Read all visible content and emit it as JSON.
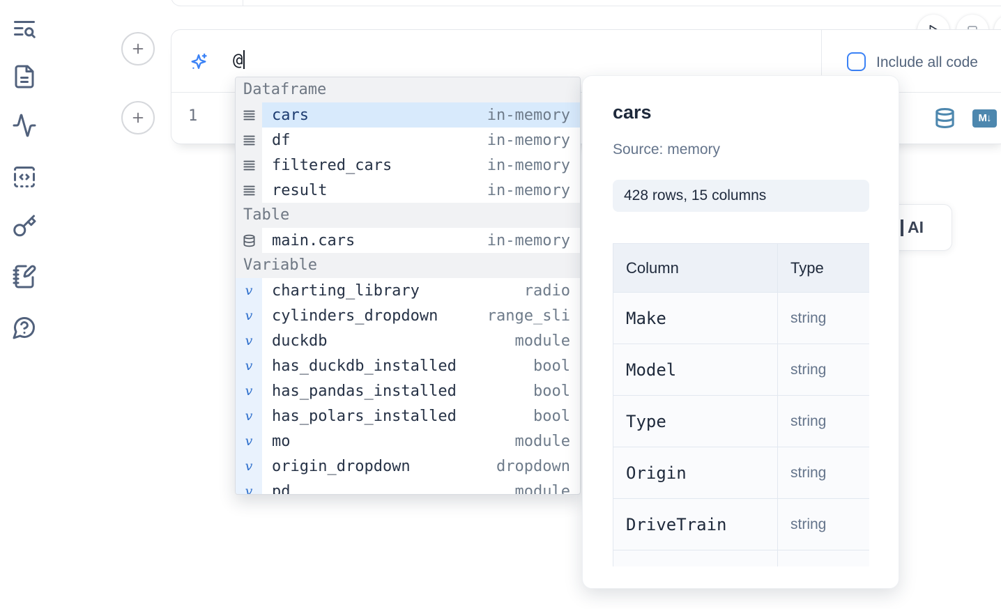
{
  "colors": {
    "accent_blue": "#3b82f6",
    "steel_blue_icon": "#4d87ae",
    "selected_row_bg": "#d8eafc",
    "sidebar_icon": "#51617c",
    "muted_text": "#6e7b8a"
  },
  "sidebar": {
    "items": [
      {
        "icon": "table-of-contents-search-icon"
      },
      {
        "icon": "file-text-icon"
      },
      {
        "icon": "activity-icon"
      },
      {
        "icon": "code-snippets-icon"
      },
      {
        "icon": "key-icon"
      },
      {
        "icon": "scratchpad-icon"
      },
      {
        "icon": "help-chat-icon"
      }
    ]
  },
  "run_controls": {
    "buttons": [
      {
        "icon": "play-icon"
      },
      {
        "icon": "stop-icon"
      },
      {
        "icon": "clipped-circle-button"
      }
    ]
  },
  "ai_cell": {
    "prompt_value": "@",
    "include_all_code_label": "Include all code",
    "line_number": "1"
  },
  "autocomplete": {
    "sections": [
      {
        "label": "Dataframe",
        "icon": "dataframe",
        "items": [
          {
            "name": "cars",
            "type": "in-memory",
            "selected": true
          },
          {
            "name": "df",
            "type": "in-memory"
          },
          {
            "name": "filtered_cars",
            "type": "in-memory"
          },
          {
            "name": "result",
            "type": "in-memory"
          }
        ]
      },
      {
        "label": "Table",
        "icon": "table",
        "items": [
          {
            "name": "main.cars",
            "type": "in-memory"
          }
        ]
      },
      {
        "label": "Variable",
        "icon": "variable",
        "items": [
          {
            "name": "charting_library",
            "type": "radio"
          },
          {
            "name": "cylinders_dropdown",
            "type": "range_sli"
          },
          {
            "name": "duckdb",
            "type": "module"
          },
          {
            "name": "has_duckdb_installed",
            "type": "bool"
          },
          {
            "name": "has_pandas_installed",
            "type": "bool"
          },
          {
            "name": "has_polars_installed",
            "type": "bool"
          },
          {
            "name": "mo",
            "type": "module"
          },
          {
            "name": "origin_dropdown",
            "type": "dropdown"
          },
          {
            "name": "pd",
            "type": "module"
          }
        ]
      }
    ]
  },
  "ai_button": {
    "visible_label": "AI"
  },
  "preview_panel": {
    "title": "cars",
    "source": "Source: memory",
    "shape_badge": "428 rows, 15 columns",
    "table": {
      "headers": [
        "Column",
        "Type"
      ],
      "rows": [
        [
          "Make",
          "string"
        ],
        [
          "Model",
          "string"
        ],
        [
          "Type",
          "string"
        ],
        [
          "Origin",
          "string"
        ],
        [
          "DriveTrain",
          "string"
        ],
        [
          "",
          ""
        ]
      ]
    }
  }
}
